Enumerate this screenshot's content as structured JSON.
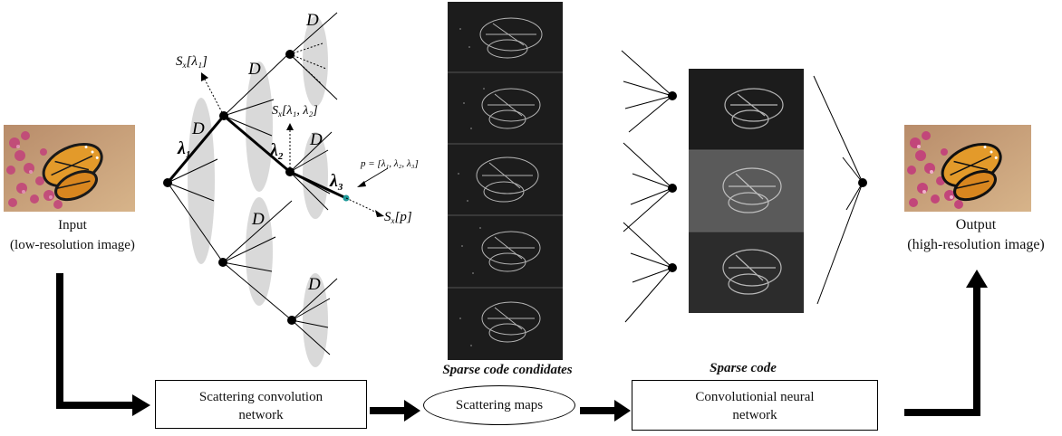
{
  "input": {
    "title": "Input",
    "subtitle": "(low-resolution image)"
  },
  "output": {
    "title": "Output",
    "subtitle": "(high-resolution image)"
  },
  "tree": {
    "node_label": "D",
    "lambda1": "λ",
    "lambda1_sub": "1",
    "lambda2": "λ",
    "lambda2_sub": "2",
    "lambda3": "λ",
    "lambda3_sub": "3",
    "s_lambda1": "S",
    "s_lambda1_arg": "[λ₁]",
    "s_lambda12": "S",
    "s_lambda12_arg": "[λ₁, λ₂]",
    "s_p": "S",
    "s_p_arg": "[p]",
    "x_sub": "x",
    "p_def": "p = [λ₁, λ₂, λ₃]"
  },
  "strip_labels": {
    "candidates": "Sparse code condidates",
    "sparse_code": "Sparse code"
  },
  "boxes": {
    "scattering_network": {
      "line1": "Scattering convolution",
      "line2": "network"
    },
    "scattering_maps": "Scattering maps",
    "cnn": {
      "line1": "Convolutionial neural",
      "line2": "network"
    }
  },
  "colors": {
    "ellipse": "#d9d9d9",
    "node": "#000000",
    "endpoint": "#1f9a9a",
    "photo_bg": "#c8a27a",
    "butterfly": "#e39a2a",
    "flowers": "#c2467a",
    "strip_bg": "#1c1c1c"
  }
}
